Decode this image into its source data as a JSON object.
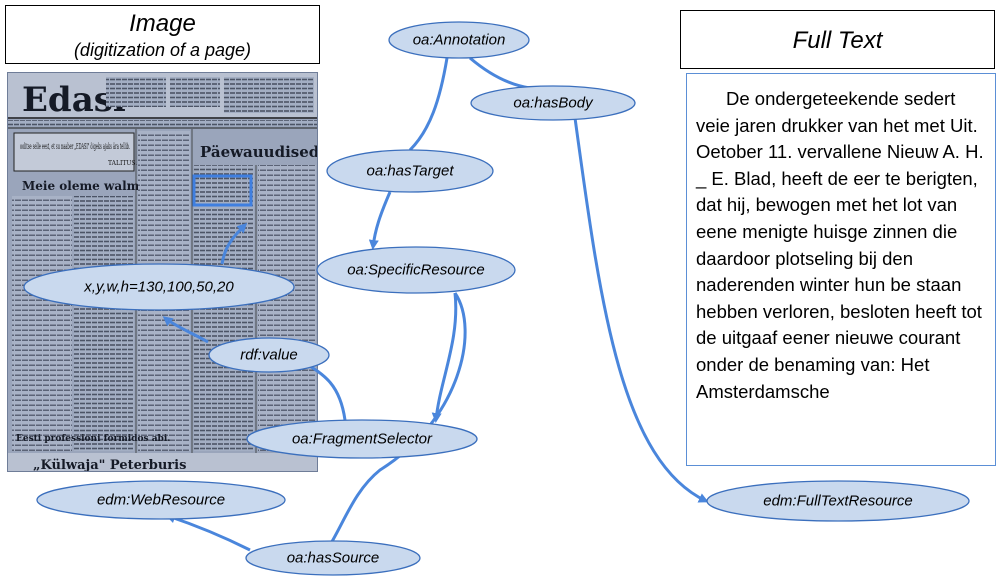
{
  "image_panel": {
    "title": "Image",
    "subtitle": "(digitization of a page)",
    "newspaper": {
      "masthead": "Edasi",
      "headline": "Päewauudised.",
      "notice_text": "oolitse selle eest, et su naaber „EDASI\" õigeks ajaks ära tellib.",
      "notice_sign": "TALITUS.",
      "section1": "Meie oleme walmis.",
      "section2": "Eesti professioni formidos abi.",
      "footer": "„Külwaja\" Peterburis"
    }
  },
  "fulltext_panel": {
    "title": "Full Text",
    "text": "De ondergeteekende sedert veie jaren drukker van het met Uit. Oetober 11. vervallene Nieuw A. H. _ E. Blad, heeft de eer te berigten, dat hij, bewogen met het lot van eene menigte huisge zinnen die daardoor plotseling bij den naderenden winter hun be staan hebben verloren, besloten heeft tot de uitgaaf eener nieuwe courant onder de benaming van: Het Amsterdamsche"
  },
  "nodes": {
    "annotation": "oa:Annotation",
    "hasBody": "oa:hasBody",
    "hasTarget": "oa:hasTarget",
    "specificResource": "oa:SpecificResource",
    "xywh": "x,y,w,h=130,100,50,20",
    "rdfValue": "rdf:value",
    "fragmentSelector": "oa:FragmentSelector",
    "webResource": "edm:WebResource",
    "hasSource": "oa:hasSource",
    "fullTextResource": "edm:FullTextResource"
  },
  "colors": {
    "node_fill": "#c9d9ee",
    "node_stroke": "#3b6fbd",
    "edge": "#4a86dc",
    "text_border": "#5b8fd6"
  }
}
